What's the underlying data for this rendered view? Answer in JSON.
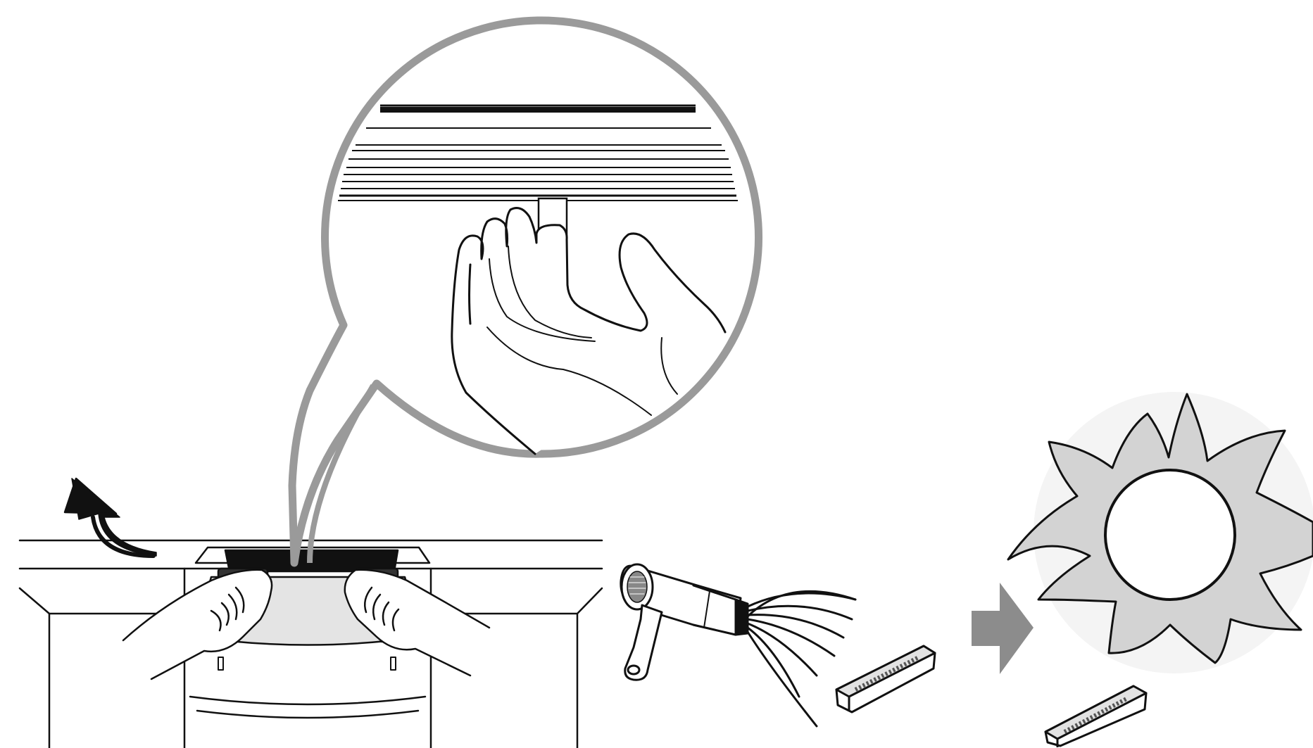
{
  "figure": {
    "panels": [
      {
        "id": "remove-filter",
        "icons": [
          "hands-icon",
          "lift-arrow-icon",
          "appliance-body-icon",
          "filter-slot-icon"
        ]
      },
      {
        "id": "magnified-detail",
        "icons": [
          "magnifier-bubble-icon",
          "hand-icon",
          "filter-tab-icon",
          "grille-lines-icon"
        ]
      },
      {
        "id": "dry-filter",
        "icons": [
          "hair-dryer-icon",
          "filter-bar-icon"
        ]
      },
      {
        "id": "sun-dry",
        "icons": [
          "right-arrow-icon",
          "sun-icon",
          "filter-bar-icon"
        ]
      }
    ]
  },
  "colors": {
    "line": "#111111",
    "bubble_outline": "#9a9a9a",
    "sun_fill": "#d3d3d3",
    "arrow_fill": "#8c8c8c",
    "shadow_fill": "#c8c8c8",
    "background": "#ffffff"
  }
}
